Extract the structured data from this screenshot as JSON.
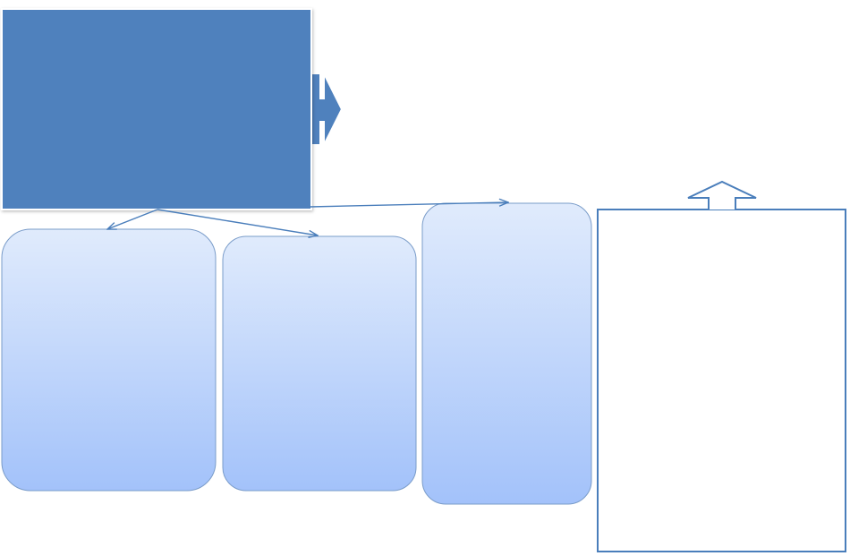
{
  "diagram": {
    "colors": {
      "primary_fill": "#4f81bd",
      "outline": "#4a7ebb",
      "connector": "#4a7ebb",
      "gradient_top": "#e0ebfc",
      "gradient_bottom": "#a3c2fa",
      "gradient_border": "#7a9cc9",
      "background": "#ffffff"
    },
    "nodes": [
      {
        "id": "header-block",
        "shape": "rectangle-with-right-arrow",
        "label": ""
      },
      {
        "id": "card-1",
        "shape": "rounded-rectangle",
        "label": ""
      },
      {
        "id": "card-2",
        "shape": "rounded-rectangle",
        "label": ""
      },
      {
        "id": "card-3",
        "shape": "rounded-rectangle",
        "label": ""
      },
      {
        "id": "outline-panel",
        "shape": "rectangle-with-up-arrow",
        "label": ""
      }
    ],
    "edges": [
      {
        "from": "header-block",
        "to": "card-1"
      },
      {
        "from": "header-block",
        "to": "card-2"
      },
      {
        "from": "header-block",
        "to": "card-3"
      }
    ]
  }
}
